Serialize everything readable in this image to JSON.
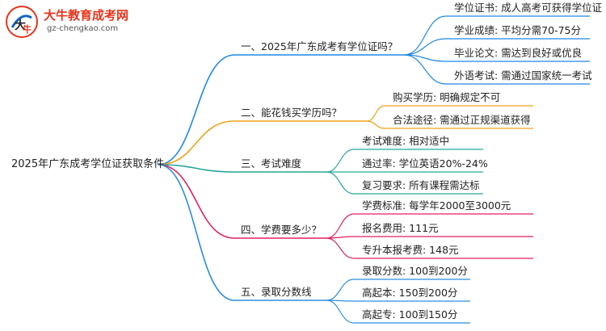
{
  "logo": {
    "title": "大牛教育成考网",
    "url": "gz-chengkao.com"
  },
  "root": "2025年广东成考学位证获取条件",
  "branches": [
    {
      "label": "一、2025年广东成考有学位证吗？",
      "color": "#1e88e5",
      "children": [
        "学位证书: 成人高考可获得学位证",
        "学业成绩: 平均分需70-75分",
        "毕业论文: 需达到良好或优良",
        "外语考试: 需通过国家统一考试"
      ]
    },
    {
      "label": "二、能花钱买学历吗？",
      "color": "#f0a01a",
      "children": [
        "购买学历: 明确规定不可",
        "合法途径: 需通过正规渠道获得"
      ]
    },
    {
      "label": "三、考试难度",
      "color": "#26a69a",
      "children": [
        "考试难度: 相对适中",
        "通过率: 学位英语20%-24%",
        "复习要求: 所有课程需达标"
      ]
    },
    {
      "label": "四、学费要多少？",
      "color": "#e0205f",
      "children": [
        "学费标准: 每学年2000至3000元",
        "报名费用: 111元",
        "专升本报考费: 148元"
      ]
    },
    {
      "label": "五、录取分数线",
      "color": "#2b8de0",
      "children": [
        "录取分数: 100到200分",
        "高起本: 150到200分",
        "高起专: 100到150分"
      ]
    }
  ]
}
